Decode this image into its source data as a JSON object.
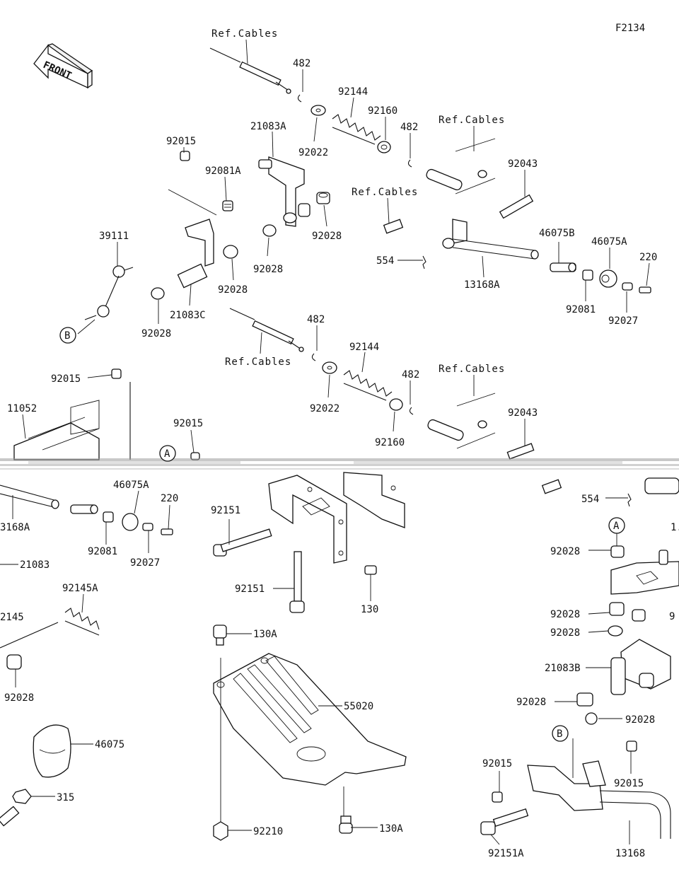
{
  "diagram_code": "F2134",
  "front_arrow_text": "FRONT",
  "labels": {
    "ref_cables_1": "Ref.Cables",
    "p482_1": "482",
    "p92144_1": "92144",
    "p92160_1": "92160",
    "p92022_1": "92022",
    "p21083A": "21083A",
    "p92015_1": "92015",
    "p92081A": "92081A",
    "ref_cables_2": "Ref.Cables",
    "p482_2": "482",
    "p92043_1": "92043",
    "ref_cables_3": "Ref.Cables",
    "p92028_1": "92028",
    "p39111": "39111",
    "p92028_2": "92028",
    "p92028_3": "92028",
    "p46075B": "46075B",
    "p46075A_1": "46075A",
    "p220_1": "220",
    "p554_1": "554",
    "p13168A_1": "13168A",
    "p21083C": "21083C",
    "p92028_4": "92028",
    "p92081_1": "92081",
    "p92027_1": "92027",
    "circle_B_1": "B",
    "p482_3": "482",
    "p92144_2": "92144",
    "ref_cables_4": "Ref.Cables",
    "ref_cables_5": "Ref.Cables",
    "p482_4": "482",
    "p92015_2": "92015",
    "p92022_2": "92022",
    "p11052": "11052",
    "p92015_3": "92015",
    "p92043_2": "92043",
    "p92160_2": "92160",
    "circle_A_1": "A",
    "p46075A_2": "46075A",
    "p220_2": "220",
    "p13168A_2": "3168A",
    "p92151_1": "92151",
    "p554_2": "554",
    "circle_A_2": "A",
    "p1_cut": "1.",
    "p92081_2": "92081",
    "p92027_2": "92027",
    "p21083": "21083",
    "p92028_5": "92028",
    "p92151_2": "92151",
    "p130_1": "130",
    "p92145A": "92145A",
    "p2145": "2145",
    "p92028_6": "92028",
    "p9_cut": "9",
    "p130A_1": "130A",
    "p92028_7": "92028",
    "p92028_8": "92028",
    "p21083B": "21083B",
    "p55020": "55020",
    "p92028_9": "92028",
    "p92028_10": "92028",
    "p46075": "46075",
    "circle_B_2": "B",
    "p92015_4": "92015",
    "p92015_5": "92015",
    "p315": "315",
    "p92210": "92210",
    "p130A_2": "130A",
    "p92151A": "92151A",
    "p13168": "13168"
  }
}
